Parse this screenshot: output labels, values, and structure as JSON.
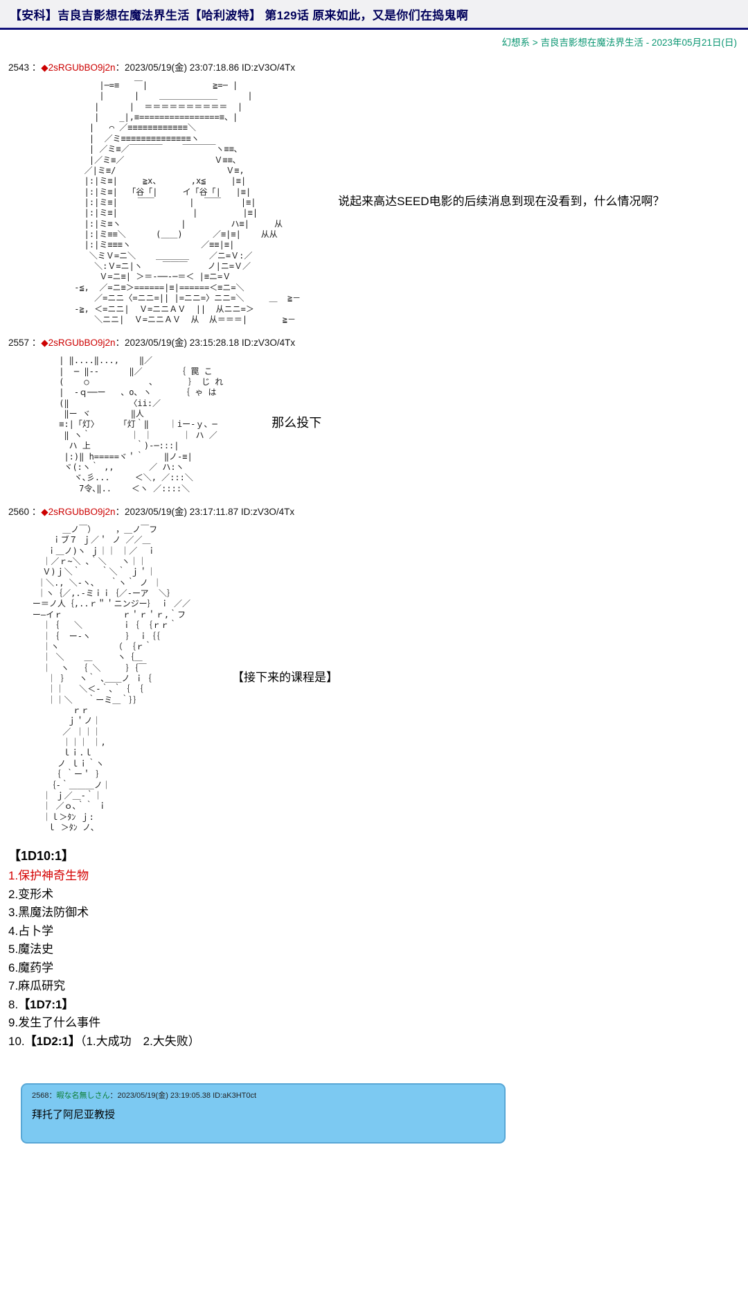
{
  "colors": {
    "title_bar_bg": "#f1f1f3",
    "title_bar_border": "#12127a",
    "title_text": "#00005a",
    "breadcrumb_green": "#0a9672",
    "tripcode_red": "#cc0000",
    "list_item_red": "#d40000",
    "reply_box_blue": "#7cc9f2",
    "reply_name_green": "#0a7d32"
  },
  "page": {
    "title_bar": "【安科】吉良吉影想在魔法界生活【哈利波特】 第129话 原来如此，又是你们在捣鬼啊",
    "breadcrumb": {
      "board": "幻想系",
      "sep": " > ",
      "thread": "吉良吉影想在魔法界生活",
      "date_suffix": " - 2023年05月21日(日)"
    }
  },
  "posts": [
    {
      "no": "2543 ：",
      "trip": "◆2sRGUbBO9j2n",
      "meta": "：2023/05/19(金) 23:07:18.86 ID:zV3O/4Tx",
      "dialogue": "说起来高达SEED电影的后续消息到现在没看到，什么情况啊？",
      "aa": [
        "      |─=≡   ￣|             ≧=─ |",
        "      |      |    ＿＿＿＿＿＿＿      |",
        "     |      |  ＝＝＝＝＝＝＝＝＝＝  |",
        "     |    _|,≡================≡、|",
        "    |   ⌒ ／≡≡≡≡≡≡≡≡≡≡≡≡＼",
        "    |  ／ミ≡≡≡≡≡≡≡≡≡≡≡≡≡≡ヽ",
        "    | ／ミ≡／￣￣￣￣    ￣￣￣￣ヽ≡≡､",
        "    |／ミ≡／                  Ｖ≡≡､",
        "   ／|ミ≡/                      Ｖ≡,",
        "   |:|ミ≡|     ≧x、      ,x≦     |≡|",
        "   |:|ミ≡|  「谷「|     イ「谷「|   |≡|",
        "   |:|ミ≡|    ￣￣       |  ￣￣    |≡|",
        "   |:|ミ≡|               |         |≡|",
        "   |:|ミ≡ヽ            |         ハ≡|     从",
        "   |:|ミ≡≡＼      (＿＿)      ／≡|≡|    从从",
        "   |:|ミ≡≡≡ヽ              ／≡≡|≡|",
        "    ＼ミＶ=ニ＼    ＿＿＿＿    ／ニ=Ｖ:／",
        "     ＼:Ｖ=ニ|ヽ    ￣￣￣    ノ|ニ=Ｖ／",
        "      Ｖ=ニ≡| ＞＝-──-─＝＜ |≡ニ=Ｖ",
        " -≦,  ／=ニ≡＞======|≡|======＜≡ニ=＼",
        "     ／=ニニ〈=ニニ=|| |=ニニ=〉ニニ=＼     ＿  ≧－",
        " -≧, ＜=ニニ|  Ｖ=ニニＡＶ  ||  从ニニ=＞",
        "     ＼ニニ|  Ｖ=ニニＡＶ  从  从＝＝＝|       ≧－"
      ]
    },
    {
      "no": "2557 ：",
      "trip": "◆2sRGUbBO9j2n",
      "meta": "：2023/05/19(金) 23:15:28.18 ID:zV3O/4Tx",
      "dialogue": "那么投下",
      "aa": [
        " | ‖....‖...,    ‖／",
        " |  ─ ‖-‐      ‖／       ｛ 罠 こ",
        " (    ○            ､       ｝ じ れ",
        " |  ‐ｑ──ー   、o､ ヽ      ｛ ゃ は",
        " (‖            〈ii:／",
        "  ‖ー ヾ        ‖人",
        " ≡:|「灯〉    「灯｀‖    ｜iー-ｙ、─",
        "  ‖ ヽ｀        ｜ ｜      ｜ ハ ／",
        "   ハ 上         ｀)-─:::|",
        "  |:)‖ h=====ヾ＇｀    ‖ノ-≡|",
        "  ヾ(:ヽ｀ ,,       ／ ハ:ヽ",
        "    ヾ､彡...     ＜＼, ／:::＼",
        "     7令､‖..    ＜ヽ ／::::＼"
      ]
    },
    {
      "no": "2560 ：",
      "trip": "◆2sRGUbBO9j2n",
      "meta": "：2023/05/19(金) 23:17:11.87 ID:zV3O/4Tx",
      "dialogue": "【接下来的课程是】",
      "aa": [
        "          ＿ノ￣）    ，＿ノ￣フ",
        "        ｉブ７ ｊ／＇ ノ ／／＿",
        "       ｉ＿ノ)ヽ ｊ｜｜ ｜／  ｉ",
        "      ｜／ｒ~＼ ､｀＼   ヽ｜｜",
        "      Ｖ)ｊ＼｀    ｀＼｀ ｊ＇｜",
        "     ｜＼., ＼-ヽ､   ｀ヽ｀ ノ ｜",
        "     ｜ヽ｛／,.-ミｉｉ｛／-ーア  ＼｝",
        "    ー＝ノ人｛,..ｒ＂＇ニンジー｝ ｉ ／／",
        "    ー―イｒ            ｒ＇ｒ＇ｒ,｀フ",
        "      ｜｛   ＼        ｉ｛ ｛ｒｒ｀",
        "      ｜｛  ー-ヽ       ｝ ｉ｛｛",
        "      ｜ヽ           （ ｛ｒ｀",
        "      ｜ ＼    ＿     ヽ｛＿",
        "      ｜  ヽ  ｛ ＼     ｝｛￣",
        "       ｜ ｝  ヽ｀ ､＿＿ノ ｉ｛",
        "       ｜｜   ＼＜-｀､｀｛ ｛",
        "       ｜｜＼   ｀ーミ＿｀｝｝",
        "            ｒｒ",
        "           ｊ＇ノ｜",
        "          ／ ｜｜｜",
        "          ｜｜｜ ｜,",
        "          ｌｉ.ｌ",
        "         ノ ｌｉ｀ヽ",
        "        ｛ ｀ー＇ ｝",
        "       ｛-｀＿＿＿ノ｜",
        "      ｜ ｊ／＿-｀｜",
        "      ｜ ／ｏ､｀｀ ｉ",
        "      ｜ｌ＞ﾀﾝ ｊ:",
        "       ｌ ＞ﾀﾝ ノ､"
      ]
    }
  ],
  "dice": {
    "header": "【1D10:1】",
    "items": [
      {
        "pre": "1.保护神奇生物"
      },
      {
        "pre": "2.变形术"
      },
      {
        "pre": "3.黑魔法防御术"
      },
      {
        "pre": "4.占卜学"
      },
      {
        "pre": "5.魔法史"
      },
      {
        "pre": "6.魔药学"
      },
      {
        "pre": "7.麻瓜研究"
      },
      {
        "pre": "8.",
        "bold": "【1D7:1】"
      },
      {
        "pre": "9.发生了什么事件"
      },
      {
        "pre": "10.",
        "bold": "【1D2:1】",
        "post": "（1.大成功　2.大失败）"
      }
    ]
  },
  "reply": {
    "no": "2568：",
    "name": "暇な名無しさん",
    "meta": "：2023/05/19(金) 23:19:05.38 ID:aK3HT0ct",
    "body": "拜托了阿尼亚教授"
  }
}
